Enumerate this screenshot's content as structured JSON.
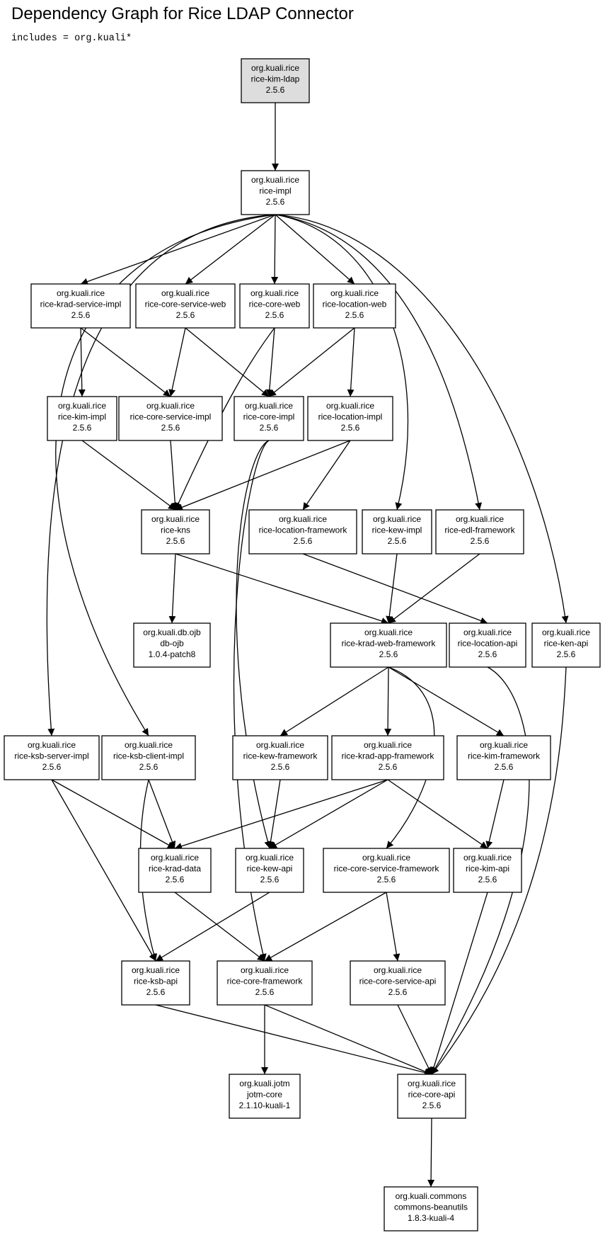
{
  "title": "Dependency Graph for Rice LDAP Connector",
  "includes": "includes = org.kuali*",
  "nodes": [
    {
      "id": "n01",
      "lines": [
        "org.kuali.rice",
        "rice-kim-ldap",
        "2.5.6"
      ],
      "root": true
    },
    {
      "id": "n02",
      "lines": [
        "org.kuali.rice",
        "rice-impl",
        "2.5.6"
      ]
    },
    {
      "id": "n03",
      "lines": [
        "org.kuali.rice",
        "rice-krad-service-impl",
        "2.5.6"
      ]
    },
    {
      "id": "n04",
      "lines": [
        "org.kuali.rice",
        "rice-core-service-web",
        "2.5.6"
      ]
    },
    {
      "id": "n05",
      "lines": [
        "org.kuali.rice",
        "rice-core-web",
        "2.5.6"
      ]
    },
    {
      "id": "n06",
      "lines": [
        "org.kuali.rice",
        "rice-location-web",
        "2.5.6"
      ]
    },
    {
      "id": "n07",
      "lines": [
        "org.kuali.rice",
        "rice-kim-impl",
        "2.5.6"
      ]
    },
    {
      "id": "n08",
      "lines": [
        "org.kuali.rice",
        "rice-core-service-impl",
        "2.5.6"
      ]
    },
    {
      "id": "n09",
      "lines": [
        "org.kuali.rice",
        "rice-core-impl",
        "2.5.6"
      ]
    },
    {
      "id": "n10",
      "lines": [
        "org.kuali.rice",
        "rice-location-impl",
        "2.5.6"
      ]
    },
    {
      "id": "n11",
      "lines": [
        "org.kuali.rice",
        "rice-kns",
        "2.5.6"
      ]
    },
    {
      "id": "n12",
      "lines": [
        "org.kuali.rice",
        "rice-location-framework",
        "2.5.6"
      ]
    },
    {
      "id": "n13",
      "lines": [
        "org.kuali.rice",
        "rice-kew-impl",
        "2.5.6"
      ]
    },
    {
      "id": "n14",
      "lines": [
        "org.kuali.rice",
        "rice-edl-framework",
        "2.5.6"
      ]
    },
    {
      "id": "n15",
      "lines": [
        "org.kuali.db.ojb",
        "db-ojb",
        "1.0.4-patch8"
      ]
    },
    {
      "id": "n16",
      "lines": [
        "org.kuali.rice",
        "rice-krad-web-framework",
        "2.5.6"
      ]
    },
    {
      "id": "n17",
      "lines": [
        "org.kuali.rice",
        "rice-location-api",
        "2.5.6"
      ]
    },
    {
      "id": "n18",
      "lines": [
        "org.kuali.rice",
        "rice-ken-api",
        "2.5.6"
      ]
    },
    {
      "id": "n19",
      "lines": [
        "org.kuali.rice",
        "rice-ksb-server-impl",
        "2.5.6"
      ]
    },
    {
      "id": "n20",
      "lines": [
        "org.kuali.rice",
        "rice-ksb-client-impl",
        "2.5.6"
      ]
    },
    {
      "id": "n21",
      "lines": [
        "org.kuali.rice",
        "rice-kew-framework",
        "2.5.6"
      ]
    },
    {
      "id": "n22",
      "lines": [
        "org.kuali.rice",
        "rice-krad-app-framework",
        "2.5.6"
      ]
    },
    {
      "id": "n23",
      "lines": [
        "org.kuali.rice",
        "rice-kim-framework",
        "2.5.6"
      ]
    },
    {
      "id": "n24",
      "lines": [
        "org.kuali.rice",
        "rice-krad-data",
        "2.5.6"
      ]
    },
    {
      "id": "n25",
      "lines": [
        "org.kuali.rice",
        "rice-kew-api",
        "2.5.6"
      ]
    },
    {
      "id": "n26",
      "lines": [
        "org.kuali.rice",
        "rice-core-service-framework",
        "2.5.6"
      ]
    },
    {
      "id": "n27",
      "lines": [
        "org.kuali.rice",
        "rice-kim-api",
        "2.5.6"
      ]
    },
    {
      "id": "n28",
      "lines": [
        "org.kuali.rice",
        "rice-ksb-api",
        "2.5.6"
      ]
    },
    {
      "id": "n29",
      "lines": [
        "org.kuali.rice",
        "rice-core-framework",
        "2.5.6"
      ]
    },
    {
      "id": "n30",
      "lines": [
        "org.kuali.rice",
        "rice-core-service-api",
        "2.5.6"
      ]
    },
    {
      "id": "n31",
      "lines": [
        "org.kuali.jotm",
        "jotm-core",
        "2.1.10-kuali-1"
      ]
    },
    {
      "id": "n32",
      "lines": [
        "org.kuali.rice",
        "rice-core-api",
        "2.5.6"
      ]
    },
    {
      "id": "n33",
      "lines": [
        "org.kuali.commons",
        "commons-beanutils",
        "1.8.3-kuali-4"
      ]
    }
  ],
  "edges": [
    [
      "n01",
      "n02"
    ],
    [
      "n02",
      "n03"
    ],
    [
      "n02",
      "n04"
    ],
    [
      "n02",
      "n05"
    ],
    [
      "n02",
      "n06"
    ],
    [
      "n02",
      "n19"
    ],
    [
      "n02",
      "n20"
    ],
    [
      "n02",
      "n13"
    ],
    [
      "n02",
      "n14"
    ],
    [
      "n02",
      "n18"
    ],
    [
      "n03",
      "n07"
    ],
    [
      "n03",
      "n08"
    ],
    [
      "n04",
      "n08"
    ],
    [
      "n04",
      "n09"
    ],
    [
      "n05",
      "n09"
    ],
    [
      "n05",
      "n11"
    ],
    [
      "n06",
      "n09"
    ],
    [
      "n06",
      "n10"
    ],
    [
      "n07",
      "n11"
    ],
    [
      "n08",
      "n11"
    ],
    [
      "n09",
      "n25"
    ],
    [
      "n09",
      "n29"
    ],
    [
      "n10",
      "n11"
    ],
    [
      "n10",
      "n12"
    ],
    [
      "n11",
      "n15"
    ],
    [
      "n11",
      "n16"
    ],
    [
      "n12",
      "n17"
    ],
    [
      "n13",
      "n16"
    ],
    [
      "n14",
      "n16"
    ],
    [
      "n16",
      "n21"
    ],
    [
      "n16",
      "n22"
    ],
    [
      "n16",
      "n23"
    ],
    [
      "n16",
      "n26"
    ],
    [
      "n17",
      "n32"
    ],
    [
      "n18",
      "n32"
    ],
    [
      "n19",
      "n24"
    ],
    [
      "n19",
      "n28"
    ],
    [
      "n20",
      "n24"
    ],
    [
      "n20",
      "n28"
    ],
    [
      "n21",
      "n25"
    ],
    [
      "n22",
      "n24"
    ],
    [
      "n22",
      "n25"
    ],
    [
      "n22",
      "n27"
    ],
    [
      "n23",
      "n27"
    ],
    [
      "n24",
      "n29"
    ],
    [
      "n25",
      "n28"
    ],
    [
      "n26",
      "n29"
    ],
    [
      "n26",
      "n30"
    ],
    [
      "n27",
      "n32"
    ],
    [
      "n28",
      "n32"
    ],
    [
      "n29",
      "n31"
    ],
    [
      "n29",
      "n32"
    ],
    [
      "n30",
      "n32"
    ],
    [
      "n32",
      "n33"
    ]
  ]
}
